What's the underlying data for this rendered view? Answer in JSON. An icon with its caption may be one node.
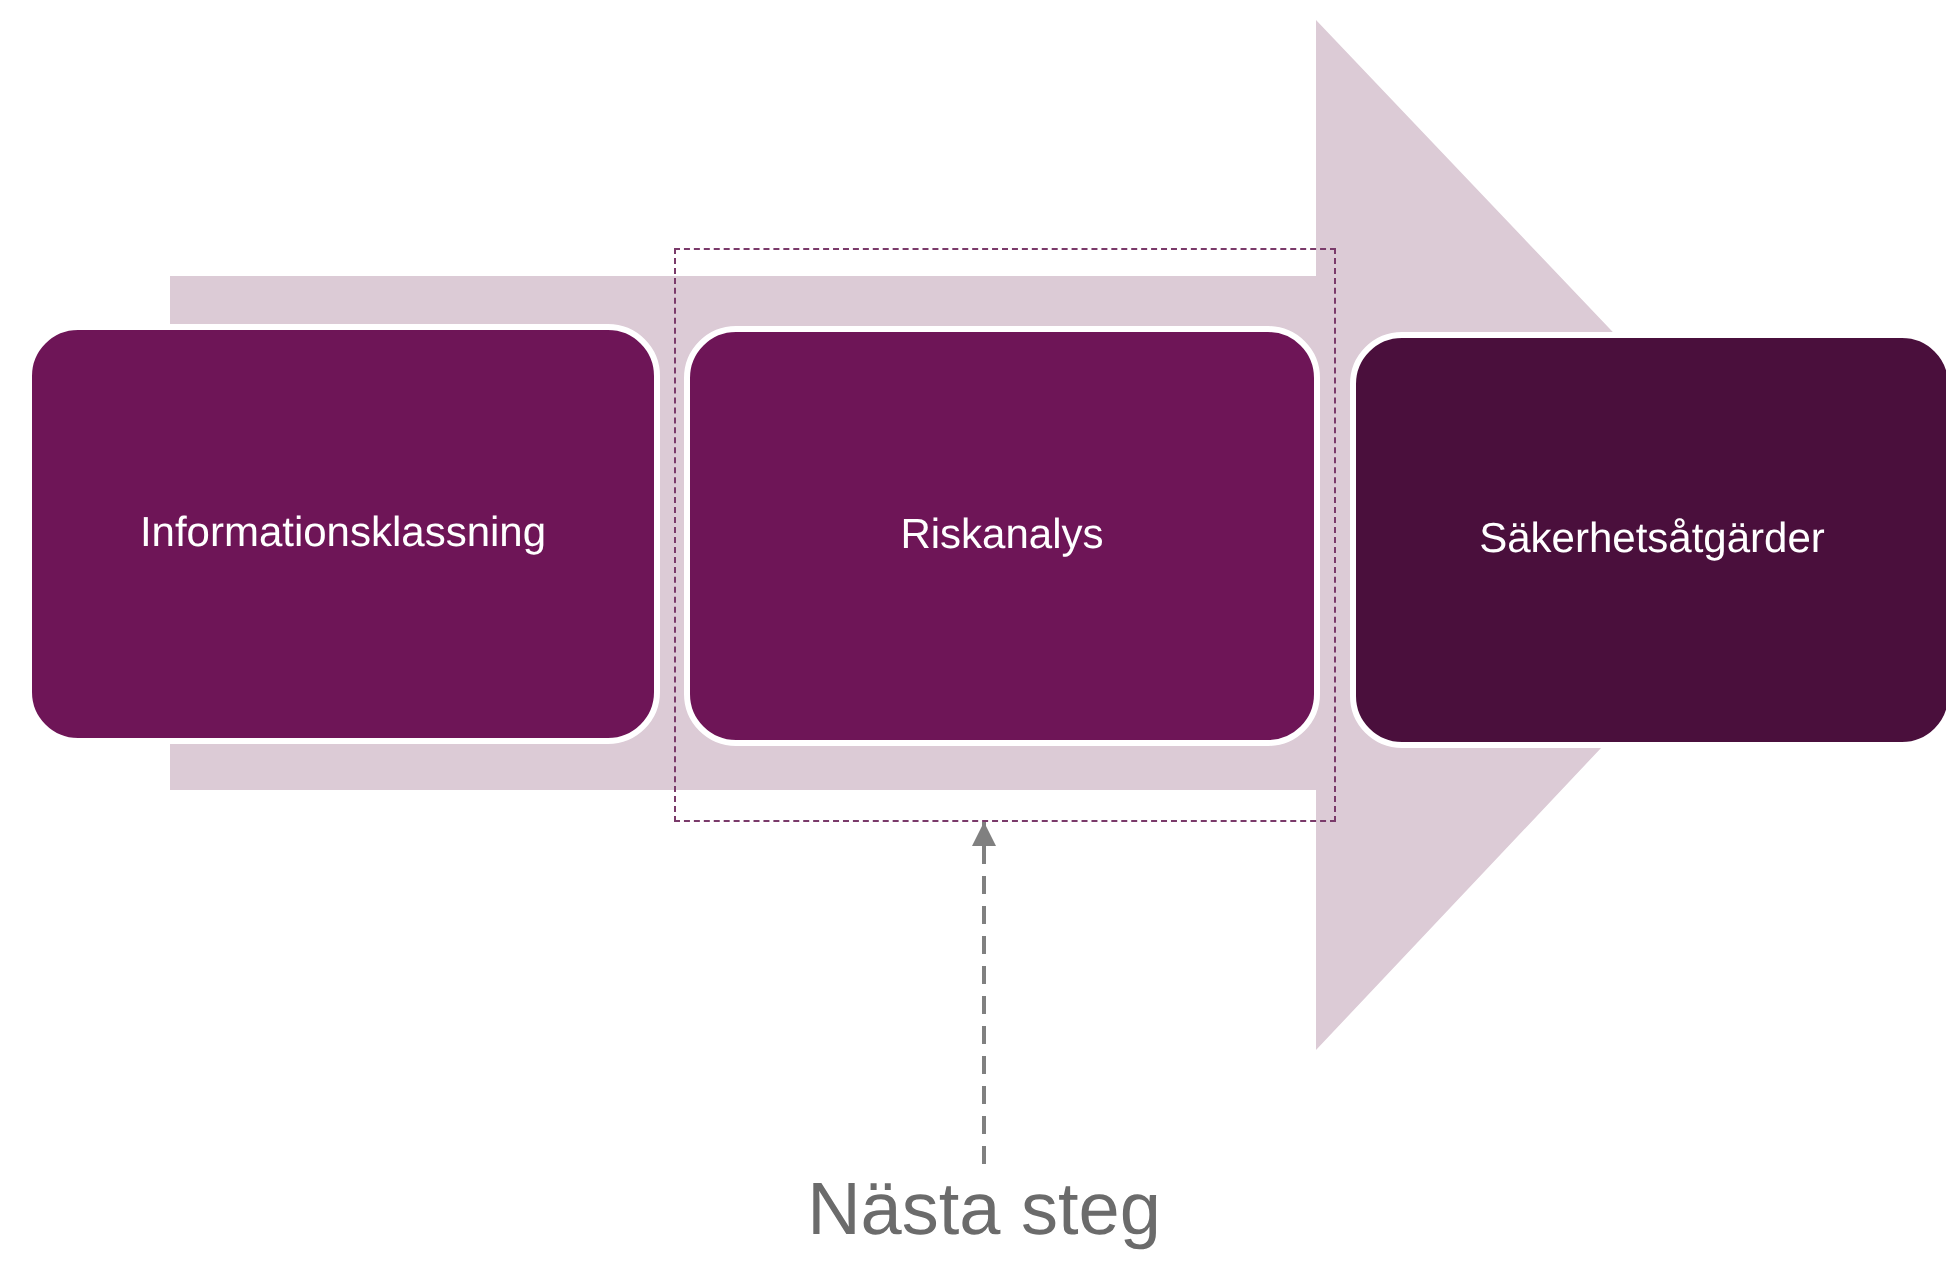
{
  "diagram": {
    "nodes": [
      {
        "text": [
          "Informationsklassning"
        ]
      },
      {
        "text": [],
        "shape": "box"
      },
      {
        "text": [
          "Riskanalys"
        ],
        "in": 1
      },
      {
        "text": [
          "Säkerhetsåtgärder"
        ]
      },
      {
        "text": [
          "Nästa steg"
        ]
      }
    ],
    "edges": [
      {
        "from": 4,
        "to": 1,
        "arrow": "to",
        "style": "dashed",
        "color": "#808080"
      },
      {
        "from": 0,
        "to": 3,
        "arrow": "to",
        "style": "thick",
        "color": "#dccbd6"
      }
    ]
  }
}
